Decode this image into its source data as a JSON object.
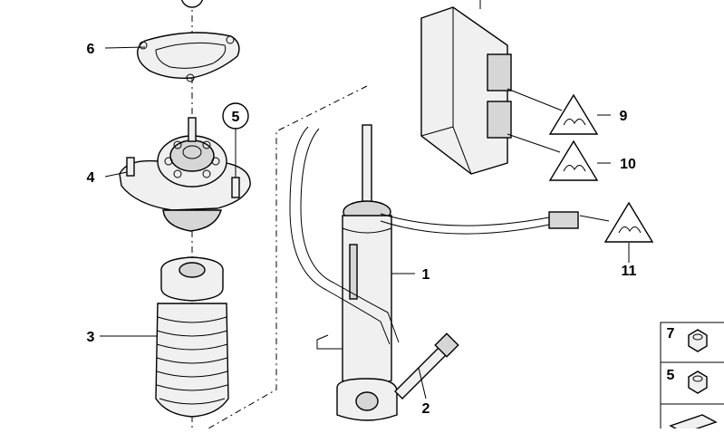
{
  "callouts": {
    "c1": "1",
    "c2": "2",
    "c3": "3",
    "c4": "4",
    "c5_circle": "5",
    "c5_side": "5",
    "c6": "6",
    "c7_side": "7",
    "c9": "9",
    "c10": "10",
    "c11": "11"
  },
  "icons": {
    "warning": "warning-triangle-icon",
    "nut": "nut-icon"
  },
  "colors": {
    "line": "#000000",
    "part": "#f0f0f0",
    "shade": "#d6d6d6",
    "background": "#ffffff"
  }
}
